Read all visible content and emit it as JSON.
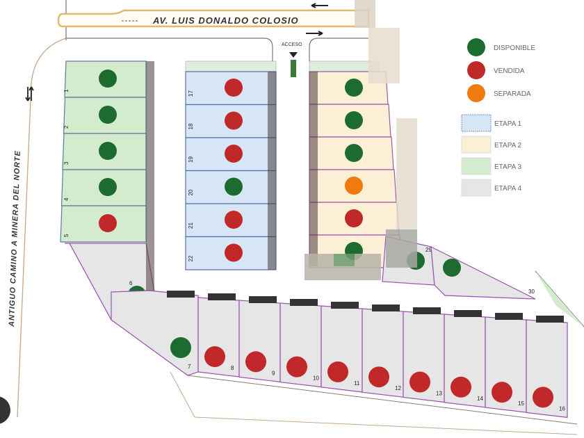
{
  "roads": {
    "main": "AV. LUIS DONALDO COLOSIO",
    "side": "ANTIGUO CAMINO A MINERA DEL NORTE",
    "access": "ACCESO"
  },
  "legend": {
    "status": [
      {
        "key": "disponible",
        "label": "DISPONIBLE",
        "color": "#1e6b30"
      },
      {
        "key": "vendida",
        "label": "VENDIDA",
        "color": "#c0282a"
      },
      {
        "key": "separada",
        "label": "SEPARADA",
        "color": "#f07a10"
      }
    ],
    "stages": [
      {
        "key": "etapa1",
        "label": "ETAPA 1",
        "color": "#d7e6f5"
      },
      {
        "key": "etapa2",
        "label": "ETAPA 2",
        "color": "#fbf0d6"
      },
      {
        "key": "etapa3",
        "label": "ETAPA 3",
        "color": "#d4ecce"
      },
      {
        "key": "etapa4",
        "label": "ETAPA 4",
        "color": "#e6e6e6"
      }
    ]
  },
  "lots": [
    {
      "number": "1",
      "status": "disponible",
      "stage": "etapa3"
    },
    {
      "number": "2",
      "status": "disponible",
      "stage": "etapa3"
    },
    {
      "number": "3",
      "status": "disponible",
      "stage": "etapa3"
    },
    {
      "number": "4",
      "status": "disponible",
      "stage": "etapa3"
    },
    {
      "number": "5",
      "status": "vendida",
      "stage": "etapa3"
    },
    {
      "number": "6",
      "status": "disponible",
      "stage": "etapa4"
    },
    {
      "number": "7",
      "status": "disponible",
      "stage": "etapa4"
    },
    {
      "number": "8",
      "status": "vendida",
      "stage": "etapa4"
    },
    {
      "number": "9",
      "status": "vendida",
      "stage": "etapa4"
    },
    {
      "number": "10",
      "status": "vendida",
      "stage": "etapa4"
    },
    {
      "number": "11",
      "status": "vendida",
      "stage": "etapa4"
    },
    {
      "number": "12",
      "status": "vendida",
      "stage": "etapa4"
    },
    {
      "number": "13",
      "status": "vendida",
      "stage": "etapa4"
    },
    {
      "number": "14",
      "status": "vendida",
      "stage": "etapa4"
    },
    {
      "number": "15",
      "status": "vendida",
      "stage": "etapa4"
    },
    {
      "number": "16",
      "status": "vendida",
      "stage": "etapa4"
    },
    {
      "number": "17",
      "status": "vendida",
      "stage": "etapa1"
    },
    {
      "number": "18",
      "status": "vendida",
      "stage": "etapa1"
    },
    {
      "number": "19",
      "status": "vendida",
      "stage": "etapa1"
    },
    {
      "number": "20",
      "status": "disponible",
      "stage": "etapa1"
    },
    {
      "number": "21",
      "status": "vendida",
      "stage": "etapa1"
    },
    {
      "number": "22",
      "status": "vendida",
      "stage": "etapa1"
    },
    {
      "number": "",
      "status": "disponible",
      "stage": "etapa2"
    },
    {
      "number": "",
      "status": "disponible",
      "stage": "etapa2"
    },
    {
      "number": "",
      "status": "disponible",
      "stage": "etapa2"
    },
    {
      "number": "",
      "status": "separada",
      "stage": "etapa2"
    },
    {
      "number": "",
      "status": "vendida",
      "stage": "etapa2"
    },
    {
      "number": "",
      "status": "disponible",
      "stage": "etapa2"
    },
    {
      "number": "29",
      "status": "disponible",
      "stage": "etapa4"
    },
    {
      "number": "30",
      "status": "disponible",
      "stage": "etapa4"
    }
  ]
}
